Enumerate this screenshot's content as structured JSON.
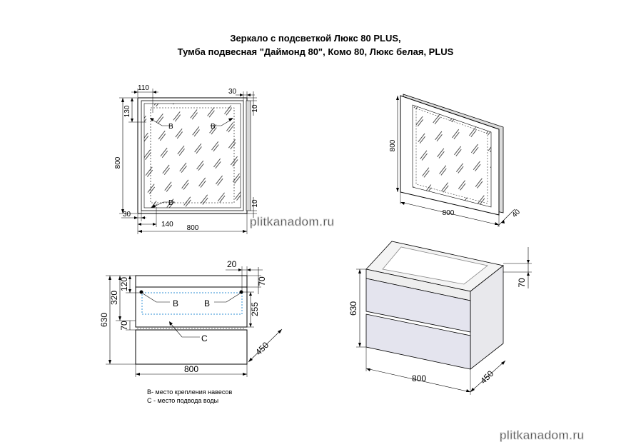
{
  "title": {
    "line1": "Зеркало с подсветкой Люкс 80 PLUS,",
    "line2": "Тумба подвесная \"Даймонд 80\", Комо 80, Люкс белая, PLUS"
  },
  "mirror_front": {
    "dims": {
      "top_left": "110",
      "top_right": "30",
      "left_top": "130",
      "left_height": "800",
      "right_top": "10",
      "right_bottom": "10",
      "bottom_left": "30",
      "bottom_inner": "140",
      "bottom_width": "800"
    },
    "labels": {
      "b_left": "B",
      "b_right": "B",
      "d": "D"
    }
  },
  "mirror_iso": {
    "dims": {
      "height": "800",
      "width": "800",
      "depth": "40"
    }
  },
  "cabinet_front": {
    "dims": {
      "top_right": "20",
      "left_120": "120",
      "left_320": "320",
      "left_630": "630",
      "left_70": "70",
      "right_70": "70",
      "right_255": "255",
      "depth": "450",
      "width": "800"
    },
    "labels": {
      "b_left": "B",
      "b_right": "B",
      "c": "C"
    }
  },
  "cabinet_iso": {
    "dims": {
      "height": "630",
      "top_70": "70",
      "width": "800",
      "depth": "450"
    }
  },
  "legend": {
    "b": "B- место крепления навесов",
    "c": "C - место подвода воды"
  },
  "watermark": {
    "text1": "plitkanadom.ru",
    "text2": "plitkanadom.ru"
  }
}
